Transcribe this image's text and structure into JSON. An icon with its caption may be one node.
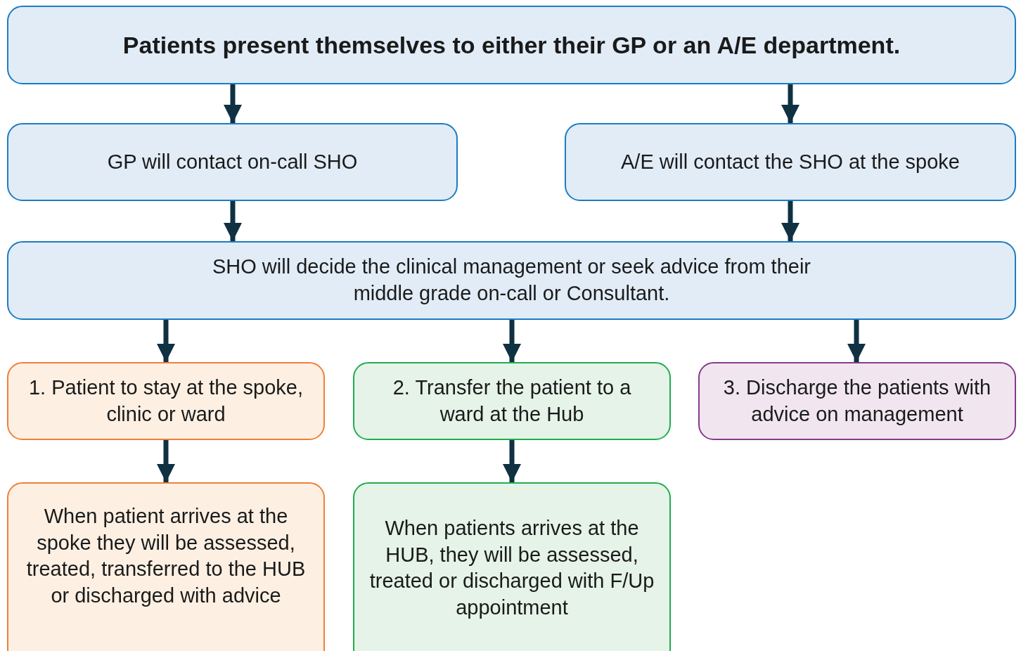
{
  "diagram": {
    "nodes": [
      {
        "text": [
          "Patients present themselves to either their GP or an A/E department."
        ]
      },
      {
        "text": [
          "GP will contact on-call SHO"
        ]
      },
      {
        "text": [
          "A/E will contact the SHO at the spoke"
        ]
      },
      {
        "text": [
          "SHO will decide the clinical management or seek advice from their middle grade on-call or Consultant."
        ]
      },
      {
        "text": [
          "1. Patient to stay at the spoke, clinic or ward"
        ]
      },
      {
        "text": [
          "2. Transfer the patient to a ward at the Hub"
        ]
      },
      {
        "text": [
          "3. Discharge the patients with advice on management"
        ]
      },
      {
        "text": [
          "When patient arrives at the spoke they will be assessed, treated, transferred to the HUB or discharged with advice"
        ]
      },
      {
        "text": [
          "When patients arrives at the HUB, they will be assessed, treated or discharged with F/Up appointment"
        ]
      }
    ],
    "edges": [
      {
        "from": 0,
        "to": 1,
        "arrow": "to"
      },
      {
        "from": 0,
        "to": 2,
        "arrow": "to"
      },
      {
        "from": 1,
        "to": 3,
        "arrow": "to"
      },
      {
        "from": 2,
        "to": 3,
        "arrow": "to"
      },
      {
        "from": 3,
        "to": 4,
        "arrow": "to"
      },
      {
        "from": 3,
        "to": 5,
        "arrow": "to"
      },
      {
        "from": 3,
        "to": 6,
        "arrow": "to"
      },
      {
        "from": 4,
        "to": 7,
        "arrow": "to"
      },
      {
        "from": 5,
        "to": 8,
        "arrow": "to"
      }
    ]
  }
}
